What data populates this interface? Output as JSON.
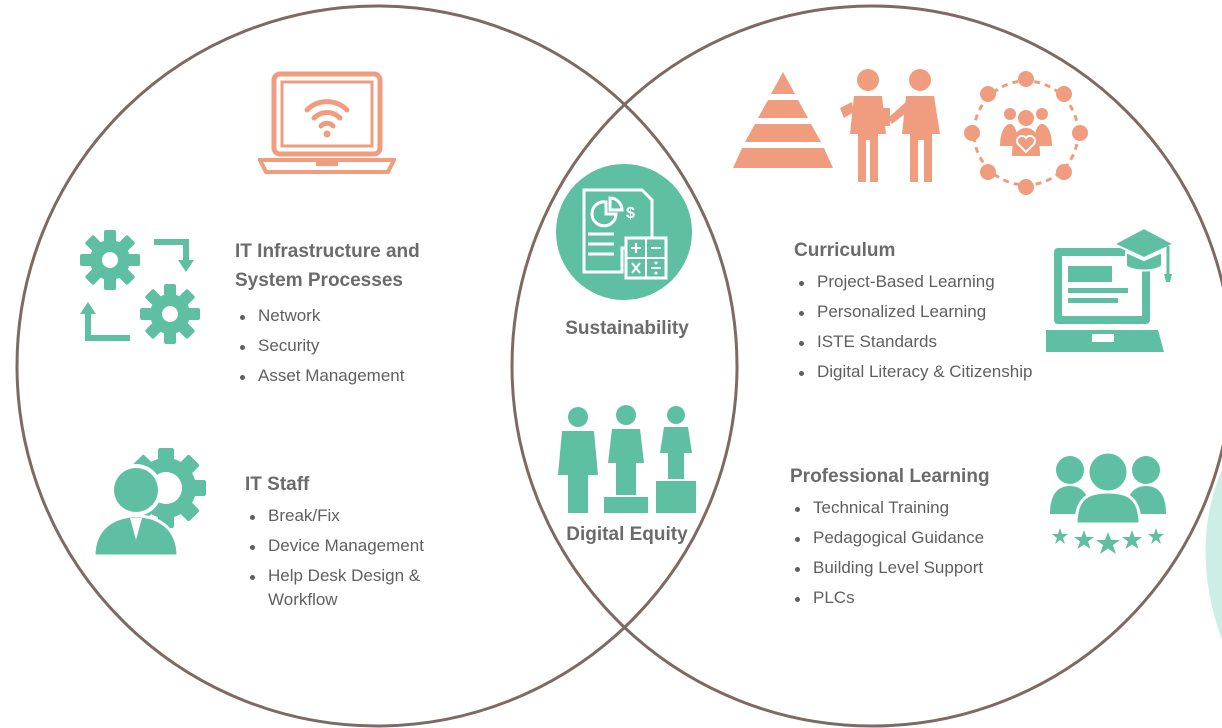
{
  "colors": {
    "circle_stroke": "#7d6a63",
    "teal": "#5fbfa3",
    "salmon": "#ef9d7e",
    "text": "#5f5f5f",
    "heading": "#6b6b6b",
    "accent_blob": "#cdeee4"
  },
  "left": {
    "infra": {
      "title_line1": "IT Infrastructure and",
      "title_line2": "System Processes",
      "items": [
        "Network",
        "Security",
        "Asset Management"
      ]
    },
    "staff": {
      "title": "IT Staff",
      "items": [
        "Break/Fix",
        "Device Management",
        "Help Desk Design &",
        "Workflow"
      ]
    }
  },
  "center": {
    "sustainability": "Sustainability",
    "equity": "Digital Equity"
  },
  "right": {
    "curriculum": {
      "title": "Curriculum",
      "items": [
        "Project-Based Learning",
        "Personalized Learning",
        "ISTE Standards",
        "Digital Literacy & Citizenship"
      ]
    },
    "professional": {
      "title": "Professional Learning",
      "items": [
        "Technical Training",
        "Pedagogical Guidance",
        "Building Level Support",
        "PLCs"
      ]
    }
  },
  "icons": {
    "laptop_wifi": "laptop-wifi-icon",
    "gears": "gears-cycle-icon",
    "staff": "staff-gear-icon",
    "finance": "finance-calculator-icon",
    "equity": "people-pedestals-icon",
    "pyramid": "pyramid-icon",
    "mentor": "mentor-people-icon",
    "community": "community-circle-icon",
    "elearning": "elearning-laptop-icon",
    "team_stars": "team-rating-icon"
  }
}
